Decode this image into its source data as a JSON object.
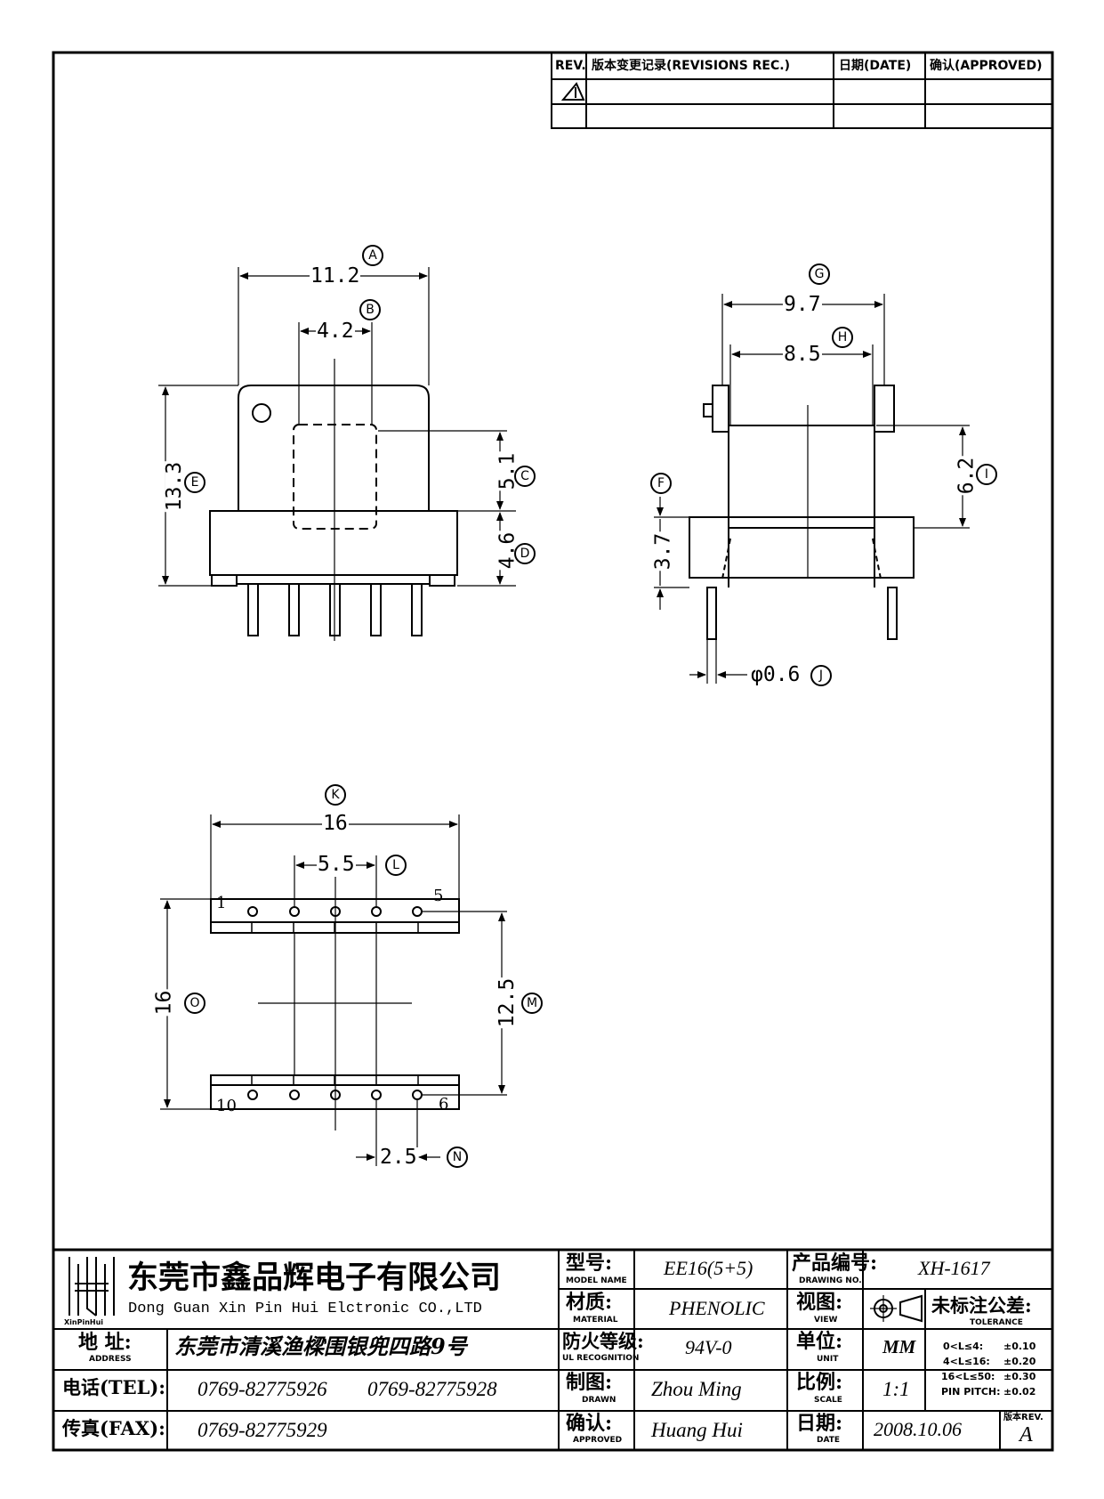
{
  "revisions": {
    "rev_header": "REV.",
    "rec_header": "版本变更记录(REVISIONS REC.)",
    "date_header": "日期(DATE)",
    "approved_header": "确认(APPROVED)"
  },
  "front_view": {
    "A": {
      "letter": "A",
      "value": "11.2"
    },
    "B": {
      "letter": "B",
      "value": "4.2"
    },
    "C": {
      "letter": "C",
      "value": "5.1"
    },
    "D": {
      "letter": "D",
      "value": "4.6"
    },
    "E": {
      "letter": "E",
      "value": "13.3"
    }
  },
  "side_view": {
    "G": {
      "letter": "G",
      "value": "9.7"
    },
    "H": {
      "letter": "H",
      "value": "8.5"
    },
    "I": {
      "letter": "I",
      "value": "6.2"
    },
    "F": {
      "letter": "F",
      "value": "3.7"
    },
    "J": {
      "letter": "J",
      "value": "φ0.6"
    }
  },
  "bottom_view": {
    "K": {
      "letter": "K",
      "value": "16"
    },
    "L": {
      "letter": "L",
      "value": "5.5"
    },
    "M": {
      "letter": "M",
      "value": "12.5"
    },
    "N": {
      "letter": "N",
      "value": "2.5"
    },
    "O": {
      "letter": "O",
      "value": "16"
    },
    "pins": {
      "p1": "1",
      "p5": "5",
      "p6": "6",
      "p10": "10"
    }
  },
  "title_block": {
    "logo_text": "XinPinHui",
    "company_cn": "东莞市鑫品辉电子有限公司",
    "company_en": "Dong Guan Xin Pin Hui Elctronic CO.,LTD",
    "model_label_cn": "型号:",
    "model_label_en": "MODEL NAME",
    "model_value": "EE16(5+5)",
    "drawing_no_label_cn": "产品编号:",
    "drawing_no_label_en": "DRAWING NO.",
    "drawing_no_value": "XH-1617",
    "material_label_cn": "材质:",
    "material_label_en": "MATERIAL",
    "material_value": "PHENOLIC",
    "view_label_cn": "视图:",
    "view_label_en": "VIEW",
    "tolerance_label_cn": "未标注公差:",
    "tolerance_label_en": "TOLERANCE",
    "address_label_cn": "地 址:",
    "address_label_en": "ADDRESS",
    "address_value": "东莞市清溪渔樑围银兜四路9号",
    "ul_label_cn": "防火等级:",
    "ul_label_en": "UL RECOGNITION",
    "ul_value": "94V-0",
    "unit_label_cn": "单位:",
    "unit_label_en": "UNIT",
    "unit_value": "MM",
    "tel_label": "电话(TEL):",
    "tel_value_1": "0769-82775926",
    "tel_value_2": "0769-82775928",
    "drawn_label_cn": "制图:",
    "drawn_label_en": "DRAWN",
    "drawn_value": "Zhou Ming",
    "scale_label_cn": "比例:",
    "scale_label_en": "SCALE",
    "scale_value": "1:1",
    "fax_label": "传真(FAX):",
    "fax_value": "0769-82775929",
    "approved_label_cn": "确认:",
    "approved_label_en": "APPROVED",
    "approved_value": "Huang Hui",
    "date_label_cn": "日期:",
    "date_label_en": "DATE",
    "date_value": "2008.10.06",
    "rev_label": "版本REV.",
    "rev_value": "A",
    "tolerances": [
      {
        "range": "0<L≤4:",
        "value": "±0.10"
      },
      {
        "range": "4<L≤16:",
        "value": "±0.20"
      },
      {
        "range": "16<L≤50:",
        "value": "±0.30"
      },
      {
        "range": "PIN PITCH:",
        "value": "±0.02"
      }
    ]
  }
}
